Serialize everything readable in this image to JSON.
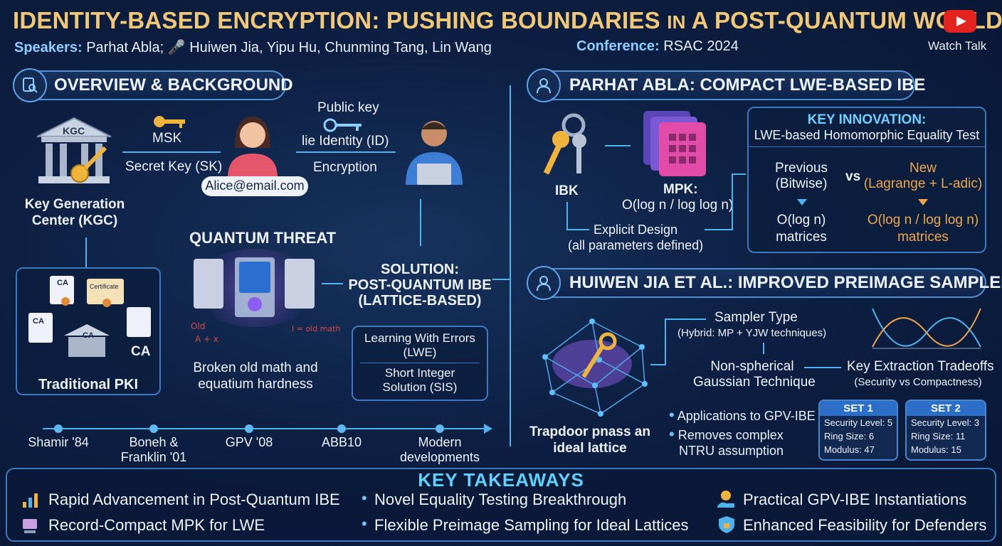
{
  "header": {
    "title_main": "IDENTITY-BASED ENCRYPTION: PUSHING BOUNDARIES",
    "title_in": "IN",
    "title_end": "A POST-QUANTUM WORLD",
    "speakers_label": "Speakers:",
    "speakers_first": "Parhat Abla;",
    "speakers_rest": "Huiwen Jia, Yipu Hu, Chunming Tang, Lin Wang",
    "conference_label": "Conference:",
    "conference_value": "RSAC 2024",
    "watch_label": "Watch Talk"
  },
  "overview": {
    "heading": "OVERVIEW & BACKGROUND",
    "kgc_sign": "KGC",
    "kgc_label_1": "Key Generation",
    "kgc_label_2": "Center (KGC)",
    "msk": "MSK",
    "secret_key": "Secret Key (SK)",
    "email": "Alice@email.com",
    "public_key": "Public key",
    "identity": "lie Identity (ID)",
    "encryption": "Encryption",
    "pki_label": "Traditional PKI",
    "ca": "CA",
    "certificate": "Certificate",
    "quantum_threat": "QUANTUM THREAT",
    "broken_1": "Broken old math and",
    "broken_2": "equatium hardness",
    "scribble_1": "Old",
    "scribble_2": "A + x",
    "scribble_3": "I = old math",
    "solution_1": "SOLUTION:",
    "solution_2": "POST-QUANTUM IBE",
    "solution_3": "(LATTICE-BASED)",
    "lwe_1": "Learning With Errors",
    "lwe_2": "(LWE)",
    "sis_1": "Short Integer",
    "sis_2": "Solution (SIS)"
  },
  "timeline": [
    {
      "line1": "Shamir '84",
      "line2": ""
    },
    {
      "line1": "Boneh &",
      "line2": "Franklin '01"
    },
    {
      "line1": "GPV '08",
      "line2": ""
    },
    {
      "line1": "ABB10",
      "line2": ""
    },
    {
      "line1": "Modern",
      "line2": "developments"
    }
  ],
  "abla": {
    "heading": "PARHAT ABLA: COMPACT LWE-BASED IBE",
    "ibk": "IBK",
    "mpk_label": "MPK:",
    "mpk_value": "O(log n / log log n)",
    "explicit_1": "Explicit Design",
    "explicit_2": "(all parameters defined)",
    "innovation_title": "KEY INNOVATION:",
    "innovation_sub": "LWE-based Homomorphic Equality Test",
    "prev_1": "Previous",
    "prev_2": "(Bitwise)",
    "vs": "vs",
    "new_1": "New",
    "new_2": "(Lagrange + L-adic)",
    "prev_cost_1": "O(log n)",
    "prev_cost_2": "matrices",
    "new_cost_1": "O(log n / log log n)",
    "new_cost_2": "matrices"
  },
  "jia": {
    "heading": "HUIWEN JIA ET AL.: IMPROVED PREIMAGE SAMPLER",
    "trapdoor_1": "Trapdoor pnass an",
    "trapdoor_2": "ideal lattice",
    "sampler_1": "Sampler Type",
    "sampler_2": "(Hybrid: MP + YJW techniques)",
    "gauss_1": "Non-spherical",
    "gauss_2": "Gaussian Technique",
    "tradeoff_1": "Key Extraction Tradeoffs",
    "tradeoff_2": "(Security vs Compactness)",
    "app_1": "Applications to GPV-IBE",
    "app_2": "Removes complex",
    "app_3": "NTRU assumption",
    "set1": {
      "title": "SET 1",
      "security": "Security Level: 5",
      "ring": "Ring Size: 6",
      "modulus": "Modulus: 47"
    },
    "set2": {
      "title": "SET 2",
      "security": "Security Level: 3",
      "ring": "Ring Size: 11",
      "modulus": "Modulus: 15"
    }
  },
  "takeaways": {
    "heading": "KEY TAKEAWAYS",
    "items": [
      "Rapid Advancement in Post-Quantum IBE",
      "Record-Compact MPK for LWE",
      "Novel Equality Testing Breakthrough",
      "Flexible Preimage Sampling for Ideal Lattices",
      "Practical GPV-IBE Instantiations",
      "Enhanced Feasibility for Defenders"
    ]
  },
  "colors": {
    "gold": "#f2c877",
    "cyan": "#5fd1ff",
    "accent_blue": "#4f8fd6",
    "new_orange": "#f0a64a",
    "youtube_red": "#e4231f"
  }
}
